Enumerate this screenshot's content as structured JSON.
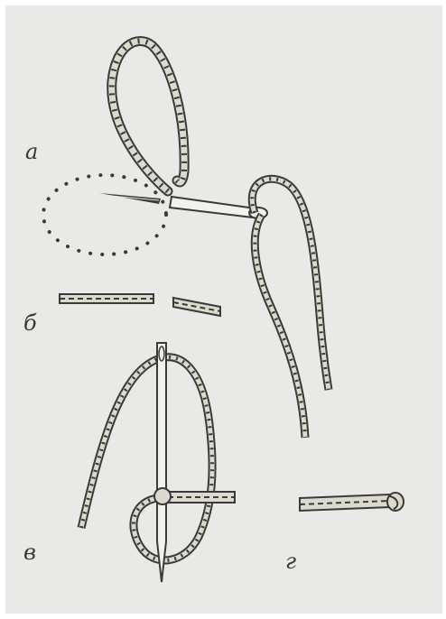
{
  "labels": {
    "a": "а",
    "b": "б",
    "v": "в",
    "g": "г"
  },
  "colors": {
    "background": "#e9e9e7",
    "ink": "#3a3a38",
    "thread_fill": "#d9d6cc"
  }
}
